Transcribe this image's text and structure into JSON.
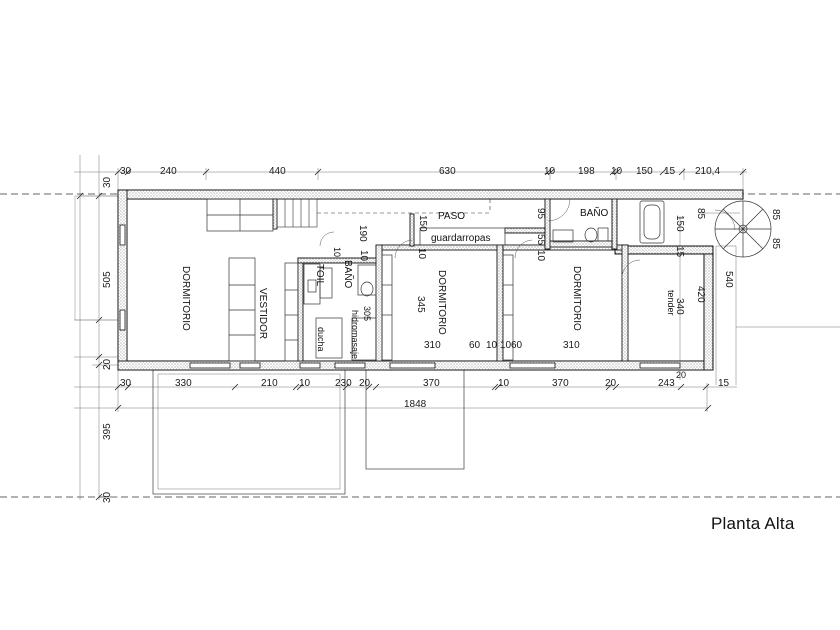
{
  "title": "Planta Alta",
  "dimensions": {
    "top": [
      "30",
      "240",
      "440",
      "630",
      "10",
      "198",
      "10",
      "150",
      "15",
      "210,4"
    ],
    "bottom": [
      "30",
      "330",
      "210",
      "10",
      "230",
      "20",
      "370",
      "10",
      "370",
      "20",
      "243",
      "20",
      "15"
    ],
    "total": "1848",
    "left": [
      "30",
      "505",
      "20",
      "395",
      "30"
    ],
    "right": [
      "85",
      "85",
      "540"
    ],
    "interior": {
      "d190": "190",
      "d150": "150",
      "d10a": "10",
      "d10b": "10",
      "d10c": "10",
      "d95": "95",
      "d55": "55",
      "d10d": "10",
      "d150b": "150",
      "d85": "85",
      "d15": "15",
      "d420": "420",
      "d340": "340",
      "d345": "345",
      "d305": "305",
      "d310a": "310",
      "d60a": "60",
      "d10e": "10",
      "d10f": "10",
      "d60b": "60",
      "d310b": "310"
    }
  },
  "rooms": {
    "paso": "PASO",
    "guardarropas": "guardarropas",
    "bano_top": "BAÑO",
    "dormitorio_1": "DORMITORIO",
    "vestidor": "VESTIDOR",
    "toil": "TOIL",
    "bano_mid": "BAÑO",
    "ducha": "ducha",
    "hidromasaje": "hidromasaje",
    "dormitorio_2": "DORMITORIO",
    "dormitorio_3": "DORMITORIO",
    "tender": "tender"
  }
}
